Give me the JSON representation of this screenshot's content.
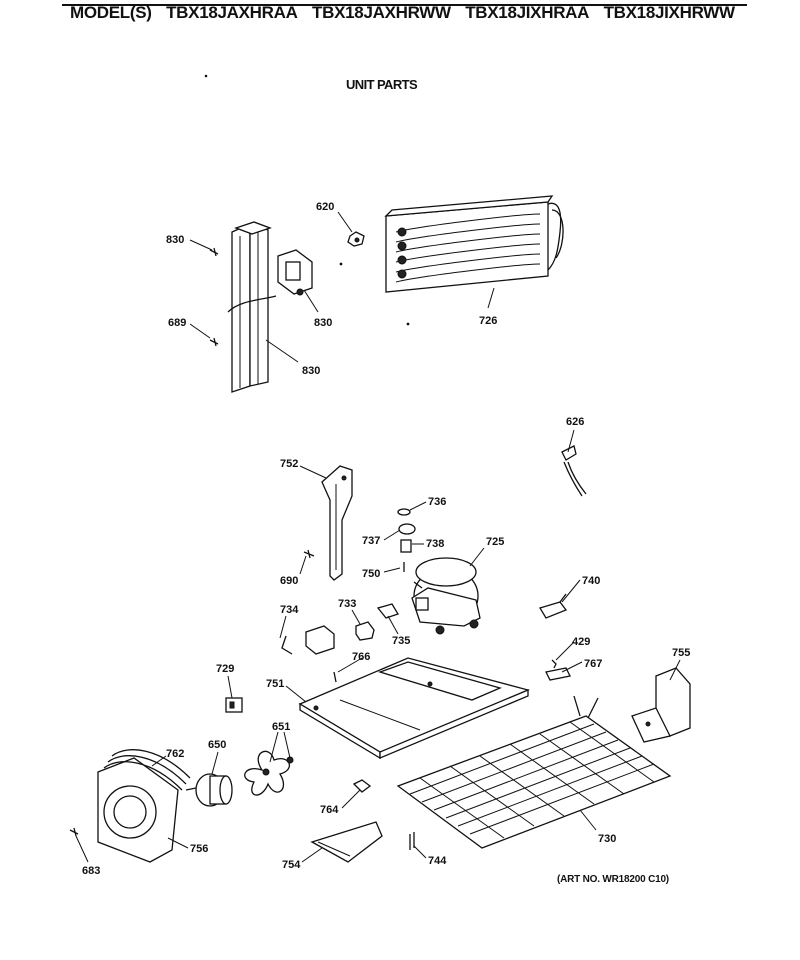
{
  "header": {
    "model_prefix": "MODEL(S)",
    "models": [
      "TBX18JAXHRAA",
      "TBX18JAXHRWW",
      "TBX18JIXHRAA",
      "TBX18JIXHRWW"
    ]
  },
  "title": "UNIT PARTS",
  "art_number": "(ART NO. WR18200 C10)",
  "callouts": [
    {
      "id": "c830a",
      "text": "830"
    },
    {
      "id": "c620",
      "text": "620"
    },
    {
      "id": "c689",
      "text": "689"
    },
    {
      "id": "c830b",
      "text": "830"
    },
    {
      "id": "c830c",
      "text": "830"
    },
    {
      "id": "c726",
      "text": "726"
    },
    {
      "id": "c626",
      "text": "626"
    },
    {
      "id": "c752",
      "text": "752"
    },
    {
      "id": "c736",
      "text": "736"
    },
    {
      "id": "c737",
      "text": "737"
    },
    {
      "id": "c738",
      "text": "738"
    },
    {
      "id": "c725",
      "text": "725"
    },
    {
      "id": "c690",
      "text": "690"
    },
    {
      "id": "c750",
      "text": "750"
    },
    {
      "id": "c740",
      "text": "740"
    },
    {
      "id": "c734",
      "text": "734"
    },
    {
      "id": "c733",
      "text": "733"
    },
    {
      "id": "c735",
      "text": "735"
    },
    {
      "id": "c429",
      "text": "429"
    },
    {
      "id": "c767",
      "text": "767"
    },
    {
      "id": "c755",
      "text": "755"
    },
    {
      "id": "c729",
      "text": "729"
    },
    {
      "id": "c766",
      "text": "766"
    },
    {
      "id": "c751",
      "text": "751"
    },
    {
      "id": "c651",
      "text": "651"
    },
    {
      "id": "c650",
      "text": "650"
    },
    {
      "id": "c762",
      "text": "762"
    },
    {
      "id": "c764",
      "text": "764"
    },
    {
      "id": "c730",
      "text": "730"
    },
    {
      "id": "c756",
      "text": "756"
    },
    {
      "id": "c683",
      "text": "683"
    },
    {
      "id": "c754",
      "text": "754"
    },
    {
      "id": "c744",
      "text": "744"
    }
  ]
}
